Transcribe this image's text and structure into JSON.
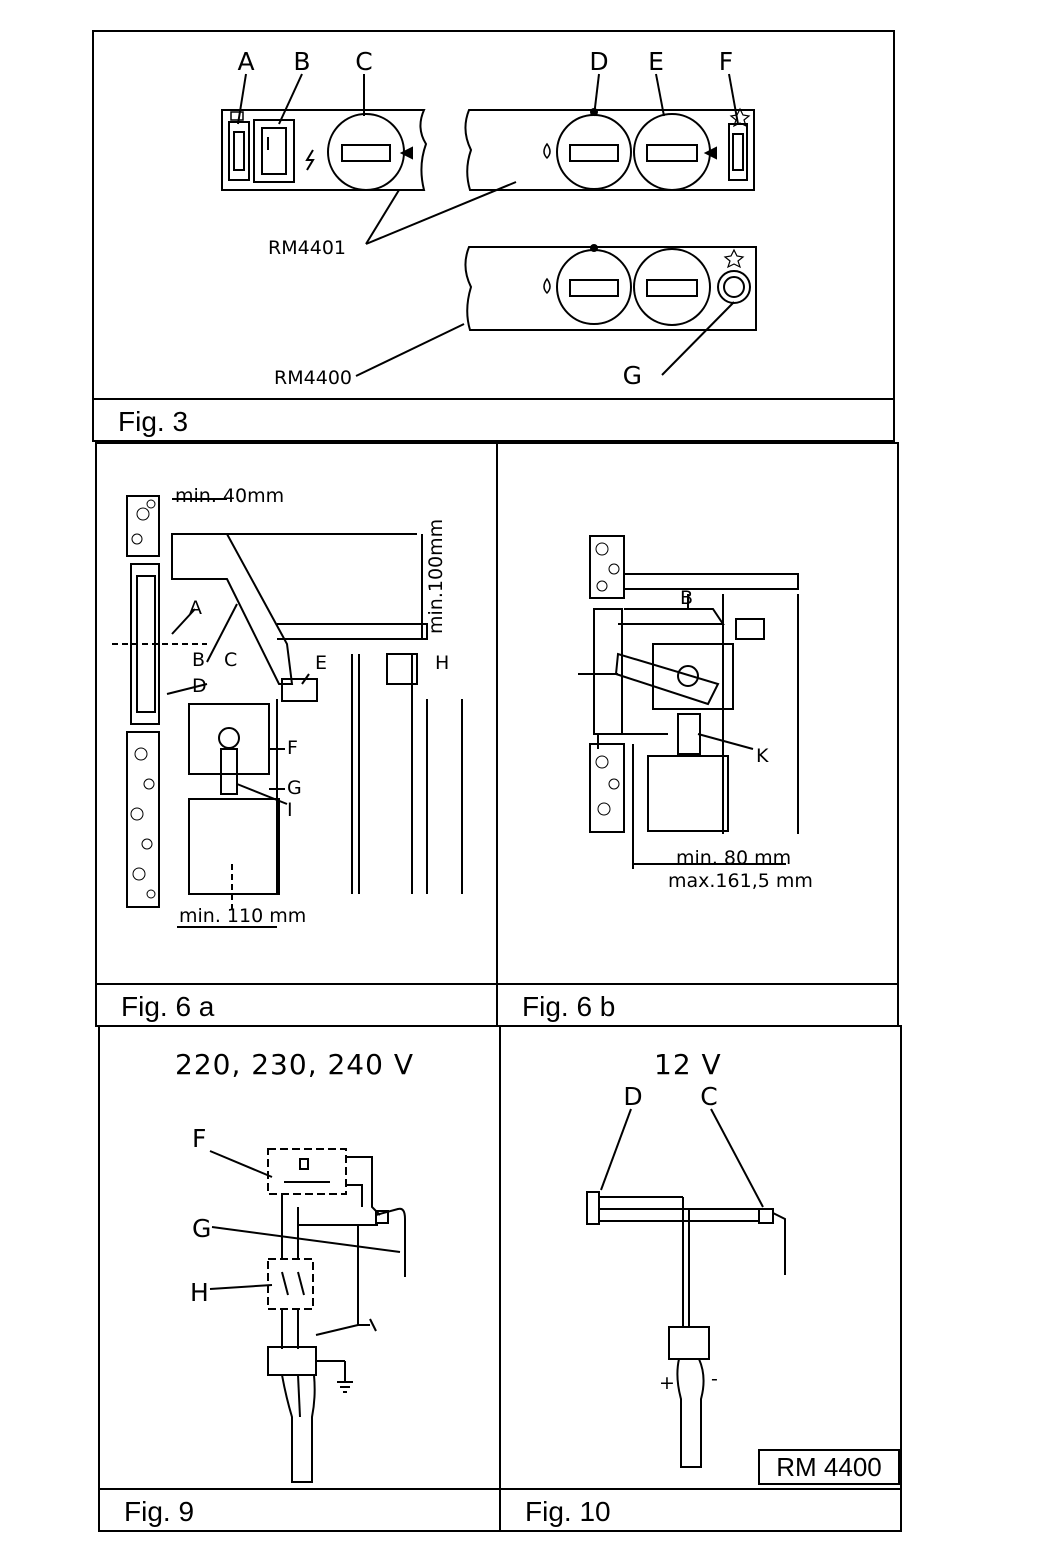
{
  "fig3": {
    "caption": "Fig. 3",
    "letters": [
      "A",
      "B",
      "C",
      "D",
      "E",
      "F",
      "G"
    ],
    "model_a": "RM4401",
    "model_b": "RM4400"
  },
  "fig6a": {
    "caption": "Fig. 6 a",
    "dim_top": "min. 40mm",
    "dim_side": "min.100mm",
    "dim_bottom": "min. 110 mm",
    "letters": [
      "A",
      "B",
      "C",
      "D",
      "E",
      "F",
      "G",
      "H",
      "I"
    ]
  },
  "fig6b": {
    "caption": "Fig. 6 b",
    "dim_min": "min. 80 mm",
    "dim_max": "max.161,5 mm",
    "letters": [
      "B",
      "K"
    ]
  },
  "fig9": {
    "caption": "Fig. 9",
    "voltage": "220, 230, 240 V",
    "letters": [
      "F",
      "G",
      "H"
    ]
  },
  "fig10": {
    "caption": "Fig. 10",
    "voltage": "12 V",
    "letters": [
      "D",
      "C"
    ],
    "polarity": [
      "+",
      "-"
    ],
    "model_stamp": "RM 4400"
  },
  "icons": [
    "battery-icon",
    "flash-icon",
    "flame-icon",
    "star-icon",
    "ground-icon"
  ]
}
